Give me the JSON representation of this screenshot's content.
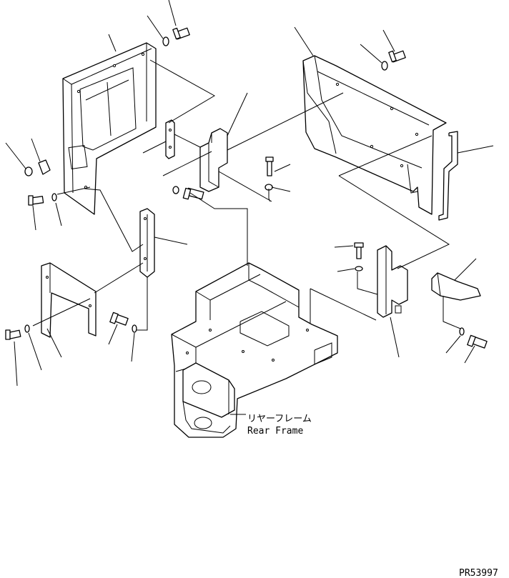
{
  "labels": {
    "rear_frame_jp": "リヤーフレーム",
    "rear_frame_en": "Rear Frame",
    "drawing_number": "PR53997"
  }
}
